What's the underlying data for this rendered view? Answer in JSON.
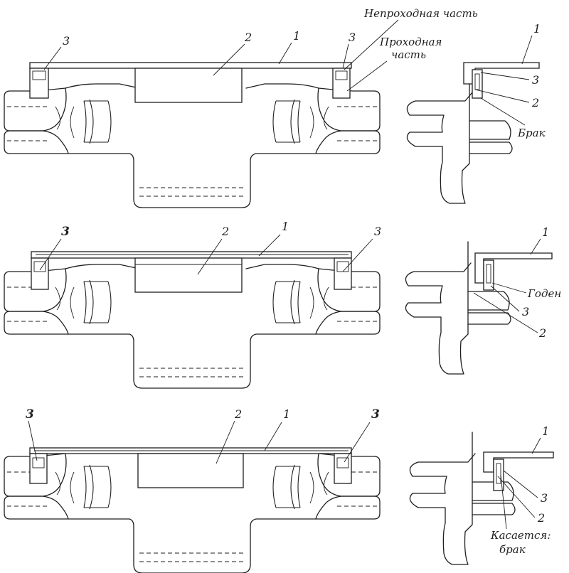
{
  "labels": {
    "nonpass_part": "Непроходная часть",
    "pass_part_1": "Проходная",
    "pass_part_2": "часть",
    "reject": "Брак",
    "good": "Годен",
    "touches": "Касается:",
    "touches_reject": "брак"
  },
  "numbers": {
    "gauge_plate": "1",
    "gauge_body": "2",
    "contact_pin": "3"
  }
}
